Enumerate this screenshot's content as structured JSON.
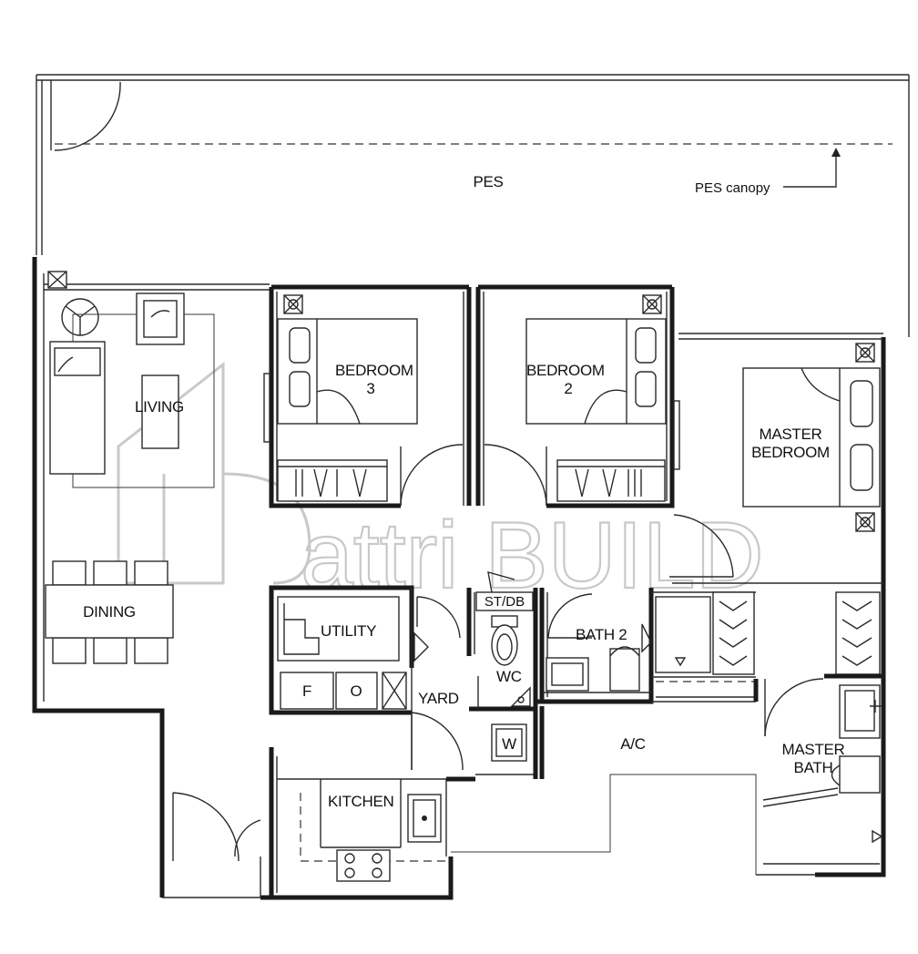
{
  "rooms": {
    "pes": "PES",
    "pes_canopy": "PES canopy",
    "living": "LIVING",
    "dining": "DINING",
    "bedroom3_line1": "BEDROOM",
    "bedroom3_line2": "3",
    "bedroom2_line1": "BEDROOM",
    "bedroom2_line2": "2",
    "master_bedroom_line1": "MASTER",
    "master_bedroom_line2": "BEDROOM",
    "utility": "UTILITY",
    "st_db": "ST/DB",
    "bath2": "BATH 2",
    "wc": "WC",
    "yard": "YARD",
    "ac": "A/C",
    "master_bath_line1": "MASTER",
    "master_bath_line2": "BATH",
    "kitchen": "KITCHEN"
  },
  "appliances": {
    "fridge": "F",
    "oven": "O",
    "washer": "W"
  },
  "watermark": {
    "brand": "attri BUILD"
  }
}
